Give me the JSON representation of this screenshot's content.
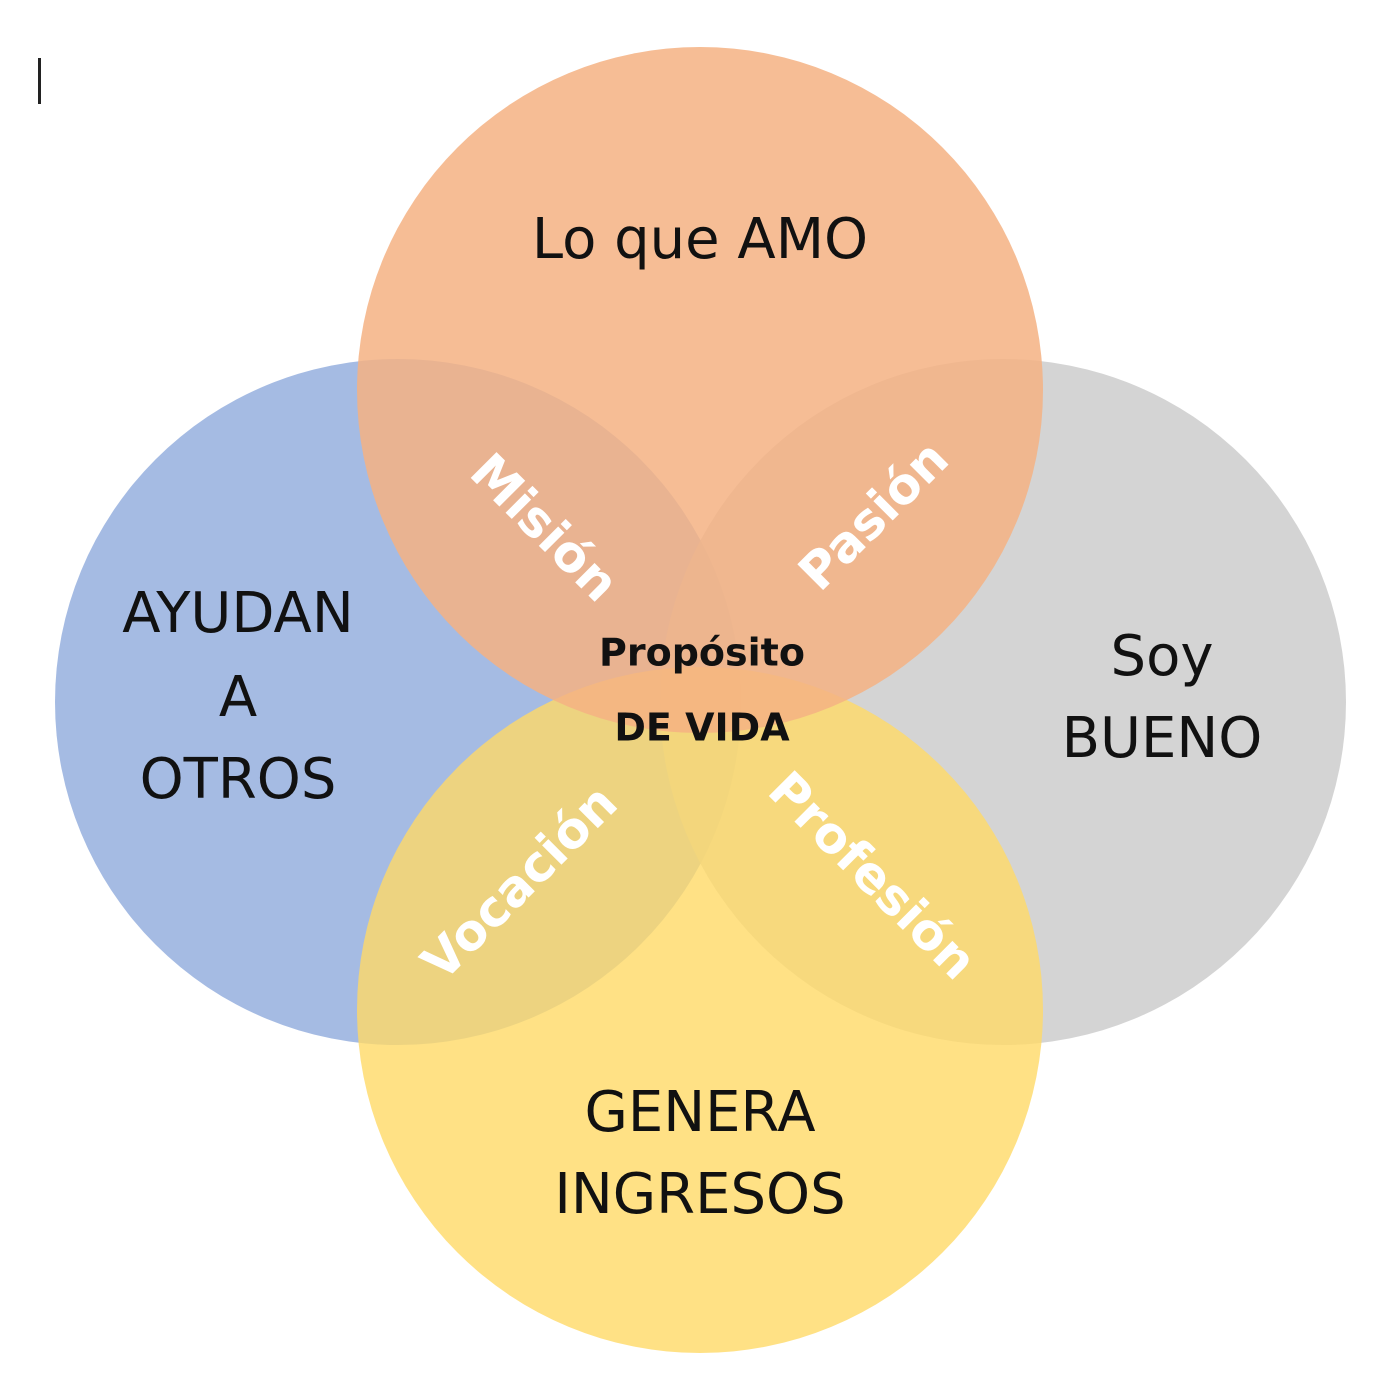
{
  "diagram": {
    "circles": {
      "top": {
        "lines": [
          "Lo que AMO"
        ],
        "color": "#F4B183",
        "opacity": 0.85
      },
      "left": {
        "lines": [
          "AYUDAN",
          "A",
          "OTROS"
        ],
        "color": "#8FAADC",
        "opacity": 0.8
      },
      "right": {
        "lines": [
          "Soy",
          "BUENO"
        ],
        "color": "#C9C9C9",
        "opacity": 0.8
      },
      "bottom": {
        "lines": [
          "GENERA",
          "INGRESOS"
        ],
        "color": "#FFD966",
        "opacity": 0.8
      }
    },
    "overlaps": {
      "top_left": "Misión",
      "top_right": "Pasión",
      "bottom_left": "Vocación",
      "bottom_right": "Profesión"
    },
    "center": {
      "lines": [
        "Propósito",
        "DE VIDA"
      ]
    }
  }
}
